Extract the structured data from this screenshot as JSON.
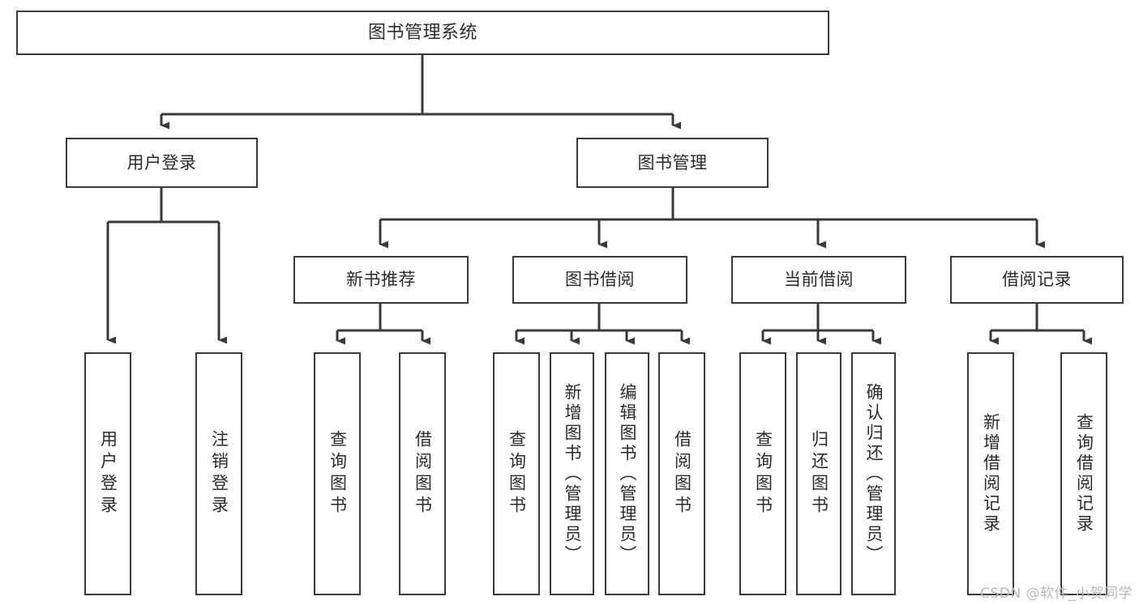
{
  "diagram": {
    "title": "图书管理系统",
    "type": "tree-hierarchy",
    "root": {
      "id": "root",
      "label": "图书管理系统"
    },
    "level2": [
      {
        "id": "user-login",
        "label": "用户登录"
      },
      {
        "id": "book-management",
        "label": "图书管理"
      }
    ],
    "level3": [
      {
        "id": "new-book-recommend",
        "label": "新书推荐",
        "parent": "book-management"
      },
      {
        "id": "book-borrow",
        "label": "图书借阅",
        "parent": "book-management"
      },
      {
        "id": "current-borrow",
        "label": "当前借阅",
        "parent": "book-management"
      },
      {
        "id": "borrow-record",
        "label": "借阅记录",
        "parent": "book-management"
      }
    ],
    "leaves": {
      "user_login": [
        {
          "id": "leaf-user-login",
          "label": "用户登录"
        },
        {
          "id": "leaf-logout",
          "label": "注销登录"
        }
      ],
      "new_book_recommend": [
        {
          "id": "leaf-query-book-1",
          "label": "查询图书"
        },
        {
          "id": "leaf-borrow-book-1",
          "label": "借阅图书"
        }
      ],
      "book_borrow": [
        {
          "id": "leaf-query-book-2",
          "label": "查询图书"
        },
        {
          "id": "leaf-add-book",
          "label": "新增图书（管理员）"
        },
        {
          "id": "leaf-edit-book",
          "label": "编辑图书（管理员）"
        },
        {
          "id": "leaf-borrow-book-2",
          "label": "借阅图书"
        }
      ],
      "current_borrow": [
        {
          "id": "leaf-query-book-3",
          "label": "查询图书"
        },
        {
          "id": "leaf-return-book",
          "label": "归还图书"
        },
        {
          "id": "leaf-confirm-return",
          "label": "确认归还（管理员）"
        }
      ],
      "borrow_record": [
        {
          "id": "leaf-add-record",
          "label": "新增借阅记录"
        },
        {
          "id": "leaf-query-record",
          "label": "查询借阅记录"
        }
      ]
    }
  },
  "watermark": {
    "text": "CSDN @软件_小贺同学"
  },
  "colors": {
    "box_border": "#3a3a3a",
    "connector": "#3a3a3a",
    "background": "#ffffff",
    "text": "#2b2b2b",
    "watermark": "#b9b9b9"
  }
}
